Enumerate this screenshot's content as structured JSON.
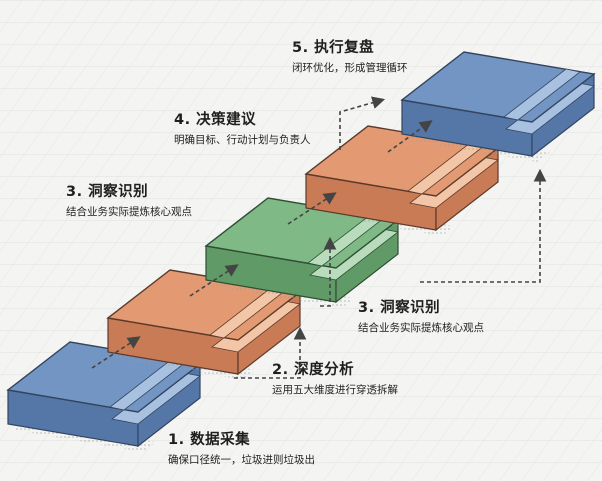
{
  "steps": [
    {
      "num": "1.",
      "title": "数据采集",
      "desc": "确保口径统一，垃圾进则垃圾出",
      "color": "blue"
    },
    {
      "num": "2.",
      "title": "深度分析",
      "desc": "运用五大维度进行穿透拆解",
      "color": "orange"
    },
    {
      "num": "3.",
      "title": "洞察识别",
      "desc": "结合业务实际提炼核心观点",
      "color": "green"
    },
    {
      "num": "4.",
      "title": "决策建议",
      "desc": "明确目标、行动计划与负责人",
      "color": "orange"
    },
    {
      "num": "5.",
      "title": "执行复盘",
      "desc": "闭环优化，形成管理循环",
      "color": "blue"
    }
  ],
  "extra_label": {
    "num": "3.",
    "title": "洞察识别",
    "desc": "结合业务实际提炼核心观点"
  },
  "palette": {
    "blue": {
      "top": "#7395c4",
      "side": "#5577a8",
      "stripe": "#a9c1e0",
      "edge": "#33445e"
    },
    "orange": {
      "top": "#e39a72",
      "side": "#c97b55",
      "stripe": "#f3c6a8",
      "edge": "#5b3a2b"
    },
    "green": {
      "top": "#7fba86",
      "side": "#5f9a67",
      "stripe": "#b9dcbc",
      "edge": "#2f4f34"
    }
  }
}
